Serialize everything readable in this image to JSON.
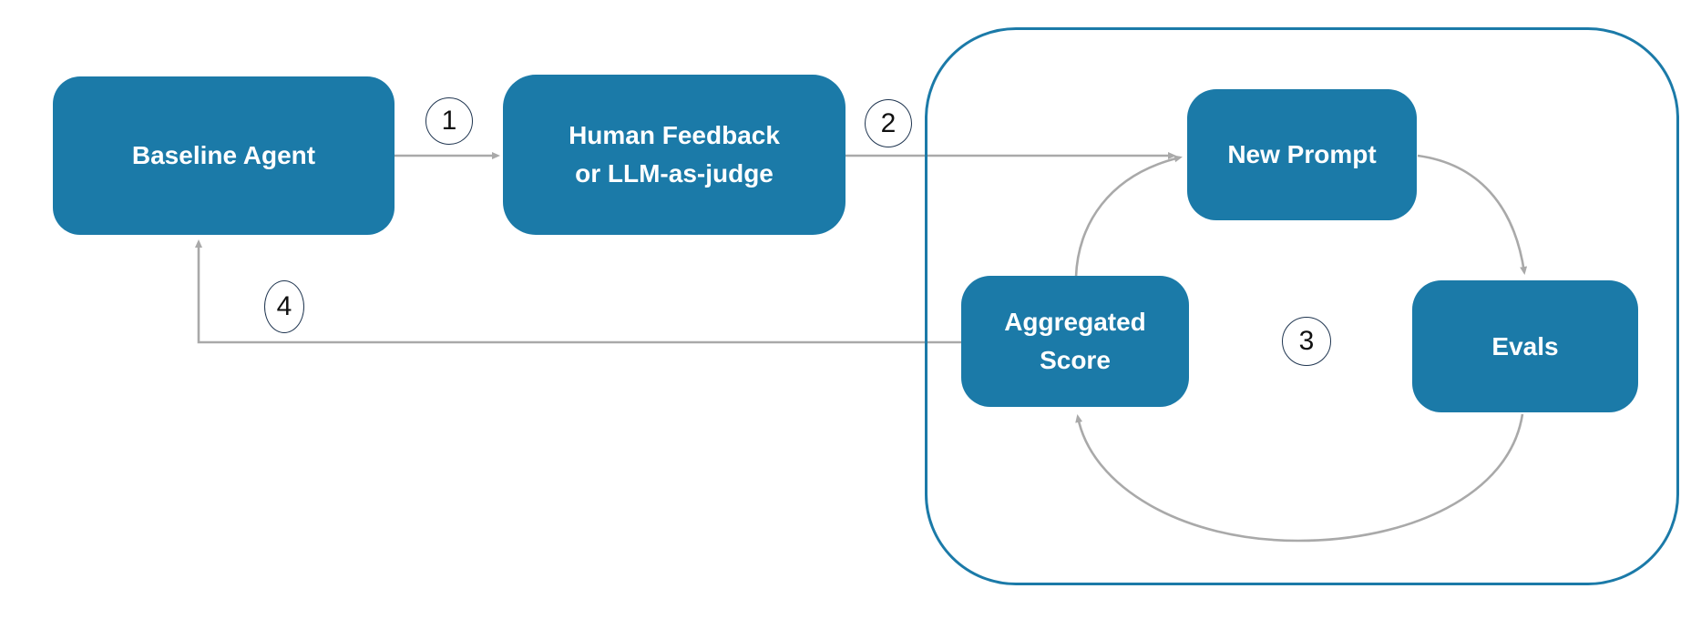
{
  "diagram": {
    "nodes": {
      "baseline_agent": {
        "label": "Baseline Agent"
      },
      "human_feedback": {
        "line1": "Human Feedback",
        "line2": "or LLM-as-judge"
      },
      "new_prompt": {
        "label": "New Prompt"
      },
      "aggregated_score": {
        "line1": "Aggregated",
        "line2": "Score"
      },
      "evals": {
        "label": "Evals"
      }
    },
    "steps": [
      {
        "number": "1"
      },
      {
        "number": "2"
      },
      {
        "number": "3"
      },
      {
        "number": "4"
      }
    ],
    "colors": {
      "node_fill": "#1b7aa8",
      "node_text": "#ffffff",
      "container_border": "#1b7aa8",
      "arrow": "#a9a9a9",
      "step_circle_border": "#1f3550",
      "step_number": "#111111",
      "background": "#ffffff"
    }
  }
}
